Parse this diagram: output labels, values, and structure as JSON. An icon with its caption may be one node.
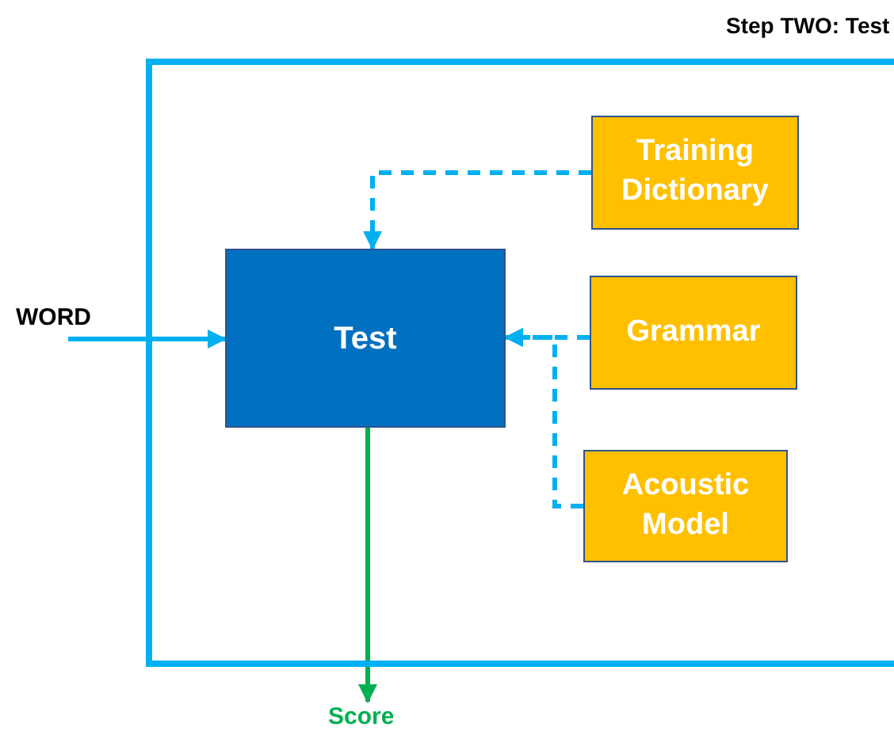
{
  "diagram": {
    "nodes": [
      {
        "text": [
          "Step TWO: Test"
        ]
      },
      {
        "text": [
          "Test"
        ],
        "in": 0
      },
      {
        "text": [
          "Training Dictionary"
        ],
        "in": 0
      },
      {
        "text": [
          "Grammar"
        ],
        "in": 0
      },
      {
        "text": [
          "Acoustic Model"
        ],
        "in": 0
      },
      {
        "text": [
          "WORD"
        ]
      },
      {
        "text": [
          "Score"
        ]
      }
    ],
    "edges": [
      {
        "from": 5,
        "to": 1,
        "arrow": "to"
      },
      {
        "from": 2,
        "to": 1,
        "arrow": "to",
        "style": "dashed"
      },
      {
        "from": 3,
        "to": 1,
        "arrow": "to",
        "style": "dashed"
      },
      {
        "from": 4,
        "to": 1,
        "arrow": "to",
        "style": "dashed"
      },
      {
        "from": 1,
        "to": 6,
        "arrow": "to",
        "color": "#00b050"
      }
    ]
  }
}
